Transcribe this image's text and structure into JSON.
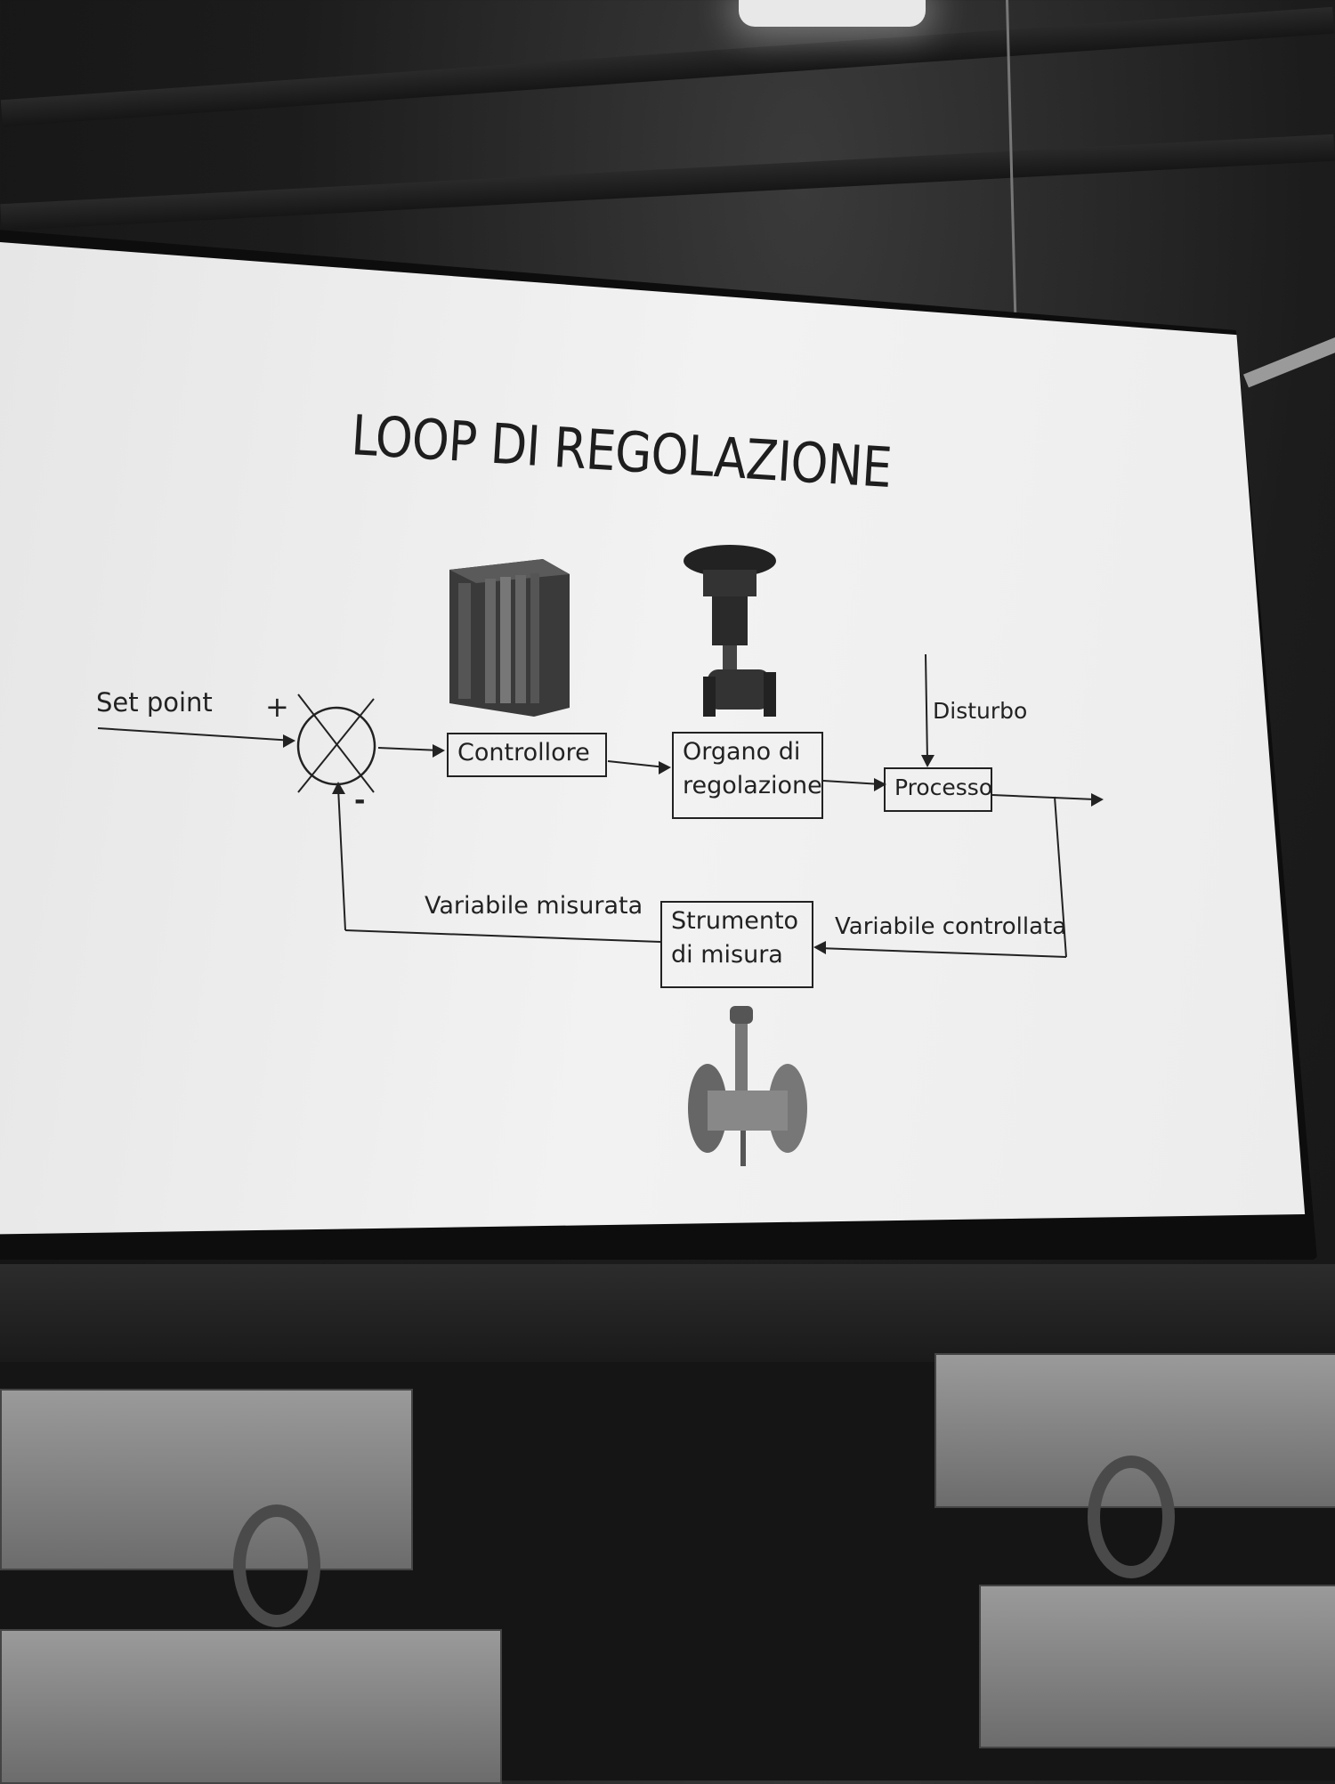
{
  "slide": {
    "title": "LOOP DI REGOLAZIONE",
    "set_point": "Set point",
    "plus_sign": "+",
    "minus_sign": "-",
    "controller_box": "Controllore",
    "actuator_box_line1": "Organo di",
    "actuator_box_line2": "regolazione",
    "process_box": "Processo",
    "disturbance": "Disturbo",
    "measured_variable": "Variabile misurata",
    "controlled_variable": "Variabile controllata",
    "instrument_box_line1": "Strumento",
    "instrument_box_line2": "di misura"
  },
  "colors": {
    "ink": "#222222",
    "screen": "#ececec",
    "bezel": "#0d0d0d"
  },
  "icons": [
    "plc-controller-icon",
    "control-valve-icon",
    "flow-meter-icon"
  ]
}
